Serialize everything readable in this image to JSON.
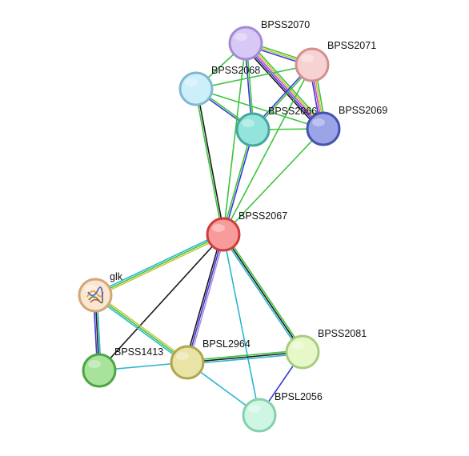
{
  "network": {
    "nodes": [
      {
        "id": "BPSS2070",
        "label": "BPSS2070",
        "color": "#d7c8f5",
        "stroke": "#a48ad6"
      },
      {
        "id": "BPSS2071",
        "label": "BPSS2071",
        "color": "#f6d2d2",
        "stroke": "#d38f8f"
      },
      {
        "id": "BPSS2068",
        "label": "BPSS2068",
        "color": "#cdeefb",
        "stroke": "#82b8cf"
      },
      {
        "id": "BPSS2066",
        "label": "BPSS2066",
        "color": "#92e4dc",
        "stroke": "#45a89c"
      },
      {
        "id": "BPSS2069",
        "label": "BPSS2069",
        "color": "#9aa4e6",
        "stroke": "#4452b0"
      },
      {
        "id": "BPSS2067",
        "label": "BPSS2067",
        "color": "#f79b9b",
        "stroke": "#cf3c3c"
      },
      {
        "id": "glk",
        "label": "glk",
        "color": "#fbe7cf",
        "stroke": "#d4a57c",
        "icon": "protein-structure-icon"
      },
      {
        "id": "BPSS1413",
        "label": "BPSS1413",
        "color": "#a8e29b",
        "stroke": "#4ea444"
      },
      {
        "id": "BPSL2964",
        "label": "BPSL2964",
        "color": "#e9e4a6",
        "stroke": "#b0a64f"
      },
      {
        "id": "BPSS2081",
        "label": "BPSS2081",
        "color": "#e6f8c8",
        "stroke": "#a9cc7f"
      },
      {
        "id": "BPSL2056",
        "label": "BPSL2056",
        "color": "#cff6e3",
        "stroke": "#86d0ad"
      }
    ],
    "edges": [
      {
        "source": "BPSS2070",
        "target": "BPSS2071",
        "colors": [
          "#3ec43e",
          "#c6c63a",
          "#3a3ad9"
        ]
      },
      {
        "source": "BPSS2070",
        "target": "BPSS2069",
        "colors": [
          "#3ec43e",
          "#c6c63a",
          "#d13fd1",
          "#3a3ad9",
          "#1a1a1a"
        ]
      },
      {
        "source": "BPSS2070",
        "target": "BPSS2066",
        "colors": [
          "#3ec43e",
          "#3a3ad9"
        ]
      },
      {
        "source": "BPSS2070",
        "target": "BPSS2068",
        "colors": [
          "#3ec43e"
        ]
      },
      {
        "source": "BPSS2071",
        "target": "BPSS2069",
        "colors": [
          "#3ec43e",
          "#c6c63a",
          "#d13fd1",
          "#3a3ad9"
        ]
      },
      {
        "source": "BPSS2071",
        "target": "BPSS2066",
        "colors": [
          "#3ec43e",
          "#3a3ad9"
        ]
      },
      {
        "source": "BPSS2071",
        "target": "BPSS2068",
        "colors": [
          "#3ec43e"
        ]
      },
      {
        "source": "BPSS2068",
        "target": "BPSS2066",
        "colors": [
          "#3ec43e",
          "#3a3ad9"
        ]
      },
      {
        "source": "BPSS2068",
        "target": "BPSS2069",
        "colors": [
          "#3ec43e"
        ]
      },
      {
        "source": "BPSS2066",
        "target": "BPSS2069",
        "colors": [
          "#3ec43e"
        ]
      },
      {
        "source": "BPSS2067",
        "target": "BPSS2068",
        "colors": [
          "#3ec43e",
          "#1a1a1a"
        ]
      },
      {
        "source": "BPSS2067",
        "target": "BPSS2066",
        "colors": [
          "#3ec43e",
          "#3a3ad9"
        ]
      },
      {
        "source": "BPSS2067",
        "target": "BPSS2070",
        "colors": [
          "#3ec43e"
        ]
      },
      {
        "source": "BPSS2067",
        "target": "BPSS2071",
        "colors": [
          "#3ec43e"
        ]
      },
      {
        "source": "BPSS2067",
        "target": "BPSS2069",
        "colors": [
          "#3ec43e"
        ]
      },
      {
        "source": "BPSS2067",
        "target": "glk",
        "colors": [
          "#c6c63a",
          "#3ec43e",
          "#29b7d0"
        ]
      },
      {
        "source": "BPSS2067",
        "target": "BPSS1413",
        "colors": [
          "#1a1a1a"
        ]
      },
      {
        "source": "BPSS2067",
        "target": "BPSL2964",
        "colors": [
          "#b58ae0",
          "#3a3ad9",
          "#1a1a1a"
        ]
      },
      {
        "source": "BPSS2067",
        "target": "BPSS2081",
        "colors": [
          "#3ec43e",
          "#1a1a1a",
          "#29b7d0"
        ]
      },
      {
        "source": "BPSS2067",
        "target": "BPSL2056",
        "colors": [
          "#29b7d0"
        ]
      },
      {
        "source": "glk",
        "target": "BPSS1413",
        "colors": [
          "#29b7d0",
          "#1a1a1a",
          "#3a3ad9"
        ]
      },
      {
        "source": "glk",
        "target": "BPSL2964",
        "colors": [
          "#c6c63a",
          "#3ec43e",
          "#29b7d0"
        ]
      },
      {
        "source": "BPSS1413",
        "target": "BPSL2964",
        "colors": [
          "#29b7d0"
        ]
      },
      {
        "source": "BPSL2964",
        "target": "BPSS2081",
        "colors": [
          "#3ec43e",
          "#1a1a1a",
          "#29b7d0"
        ]
      },
      {
        "source": "BPSL2964",
        "target": "BPSL2056",
        "colors": [
          "#29b7d0"
        ]
      },
      {
        "source": "BPSS2081",
        "target": "BPSL2056",
        "colors": [
          "#3a3ad9"
        ]
      }
    ]
  }
}
